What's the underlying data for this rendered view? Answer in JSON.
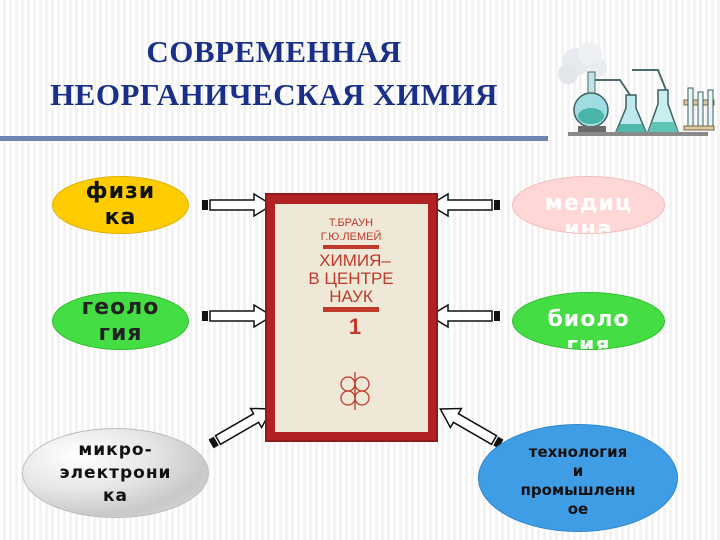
{
  "title": {
    "line1": "СОВРЕМЕННАЯ",
    "line2": "НЕОРГАНИЧЕСКАЯ ХИМИЯ"
  },
  "book": {
    "authors_line1": "Т.БРАУН",
    "authors_line2": "Г.Ю.ЛЕМЕЙ",
    "title_line1": "ХИМИЯ–",
    "title_line2": "В ЦЕНТРЕ",
    "title_line3": "НАУК",
    "volume": "1"
  },
  "nodes": {
    "physics": "физи\nка",
    "geology": "геоло\nгия",
    "microelectronics": "микро-\nэлектрони\nка",
    "medicine": "медиц\nина",
    "biology": "биоло\nгия",
    "technology": "технология\nи\nпромышленн\nое"
  },
  "colors": {
    "title": "#1a2f8a",
    "physics_fill": "#ffcc00",
    "geology_fill": "#44dd44",
    "medicine_fill": "#ffd7d7",
    "biology_fill": "#44dd44",
    "technology_fill": "#3f9de6",
    "book_frame": "#b22222",
    "book_cover": "#efe8d6",
    "book_print": "#c0392b"
  }
}
